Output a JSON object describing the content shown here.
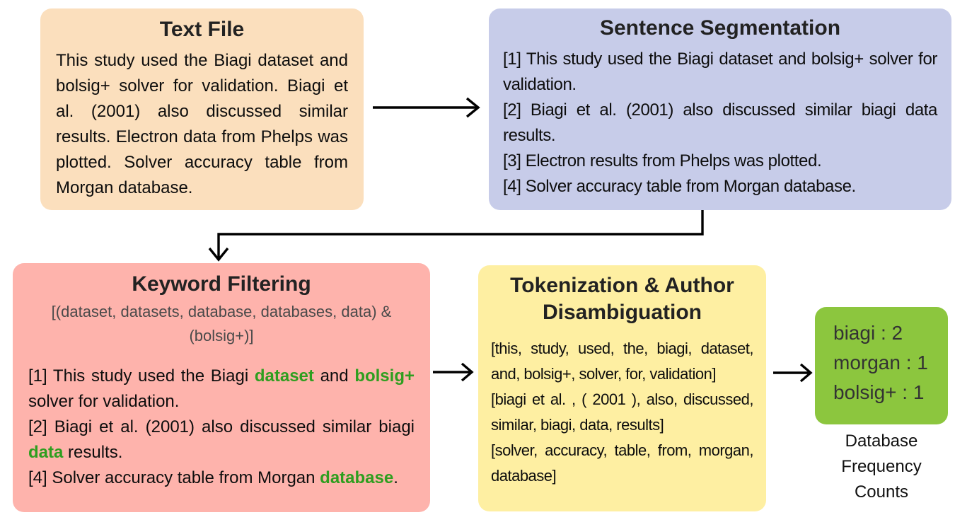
{
  "colors": {
    "text_file_bg": "#fbdfbd",
    "segmentation_bg": "#c7cce9",
    "keyword_bg": "#feb3ac",
    "tokenization_bg": "#feefa2",
    "frequency_bg": "#8cc63e",
    "keyword_highlight": "#2e9e1f",
    "arrow": "#000000"
  },
  "boxes": {
    "text_file": {
      "title": "Text File",
      "body": "This study used the Biagi dataset and bolsig+ solver for validation. Biagi et al. (2001) also discussed similar results. Electron data from Phelps was plotted. Solver accuracy table from Morgan database."
    },
    "sentence_segmentation": {
      "title": "Sentence Segmentation",
      "sentences": [
        "[1] This study used the Biagi dataset and bolsig+ solver for validation.",
        "[2] Biagi et al. (2001) also discussed similar biagi data results.",
        "[3] Electron results from Phelps was plotted.",
        "[4] Solver accuracy table from Morgan database."
      ]
    },
    "keyword_filtering": {
      "title": "Keyword Filtering",
      "filter_rule": "[(dataset, datasets, database, databases, data) & (bolsig+)]",
      "sentences": [
        {
          "segments": [
            {
              "text": "[1] This study used the Biagi ",
              "highlight": false
            },
            {
              "text": "dataset",
              "highlight": true
            },
            {
              "text": " and ",
              "highlight": false
            },
            {
              "text": "bolsig+",
              "highlight": true
            },
            {
              "text": " solver for validation.",
              "highlight": false
            }
          ]
        },
        {
          "segments": [
            {
              "text": "[2] Biagi et al. (2001) also discussed similar biagi ",
              "highlight": false
            },
            {
              "text": "data",
              "highlight": true
            },
            {
              "text": " results.",
              "highlight": false
            }
          ]
        },
        {
          "segments": [
            {
              "text": "[4] Solver accuracy table from Morgan ",
              "highlight": false
            },
            {
              "text": "database",
              "highlight": true
            },
            {
              "text": ".",
              "highlight": false
            }
          ]
        }
      ]
    },
    "tokenization": {
      "title": "Tokenization & Author Disambiguation",
      "token_lists": [
        "[this, study, used, the, biagi, dataset, and, bolsig+, solver, for, validation]",
        "[biagi et al. , ( 2001 ), also, discussed, similar, biagi, data, results]",
        "[solver, accuracy, table, from, morgan, database]"
      ]
    },
    "frequency_counts": {
      "entries": [
        "biagi : 2",
        "morgan : 1",
        "bolsig+ : 1"
      ],
      "caption": "Database Frequency Counts"
    }
  }
}
